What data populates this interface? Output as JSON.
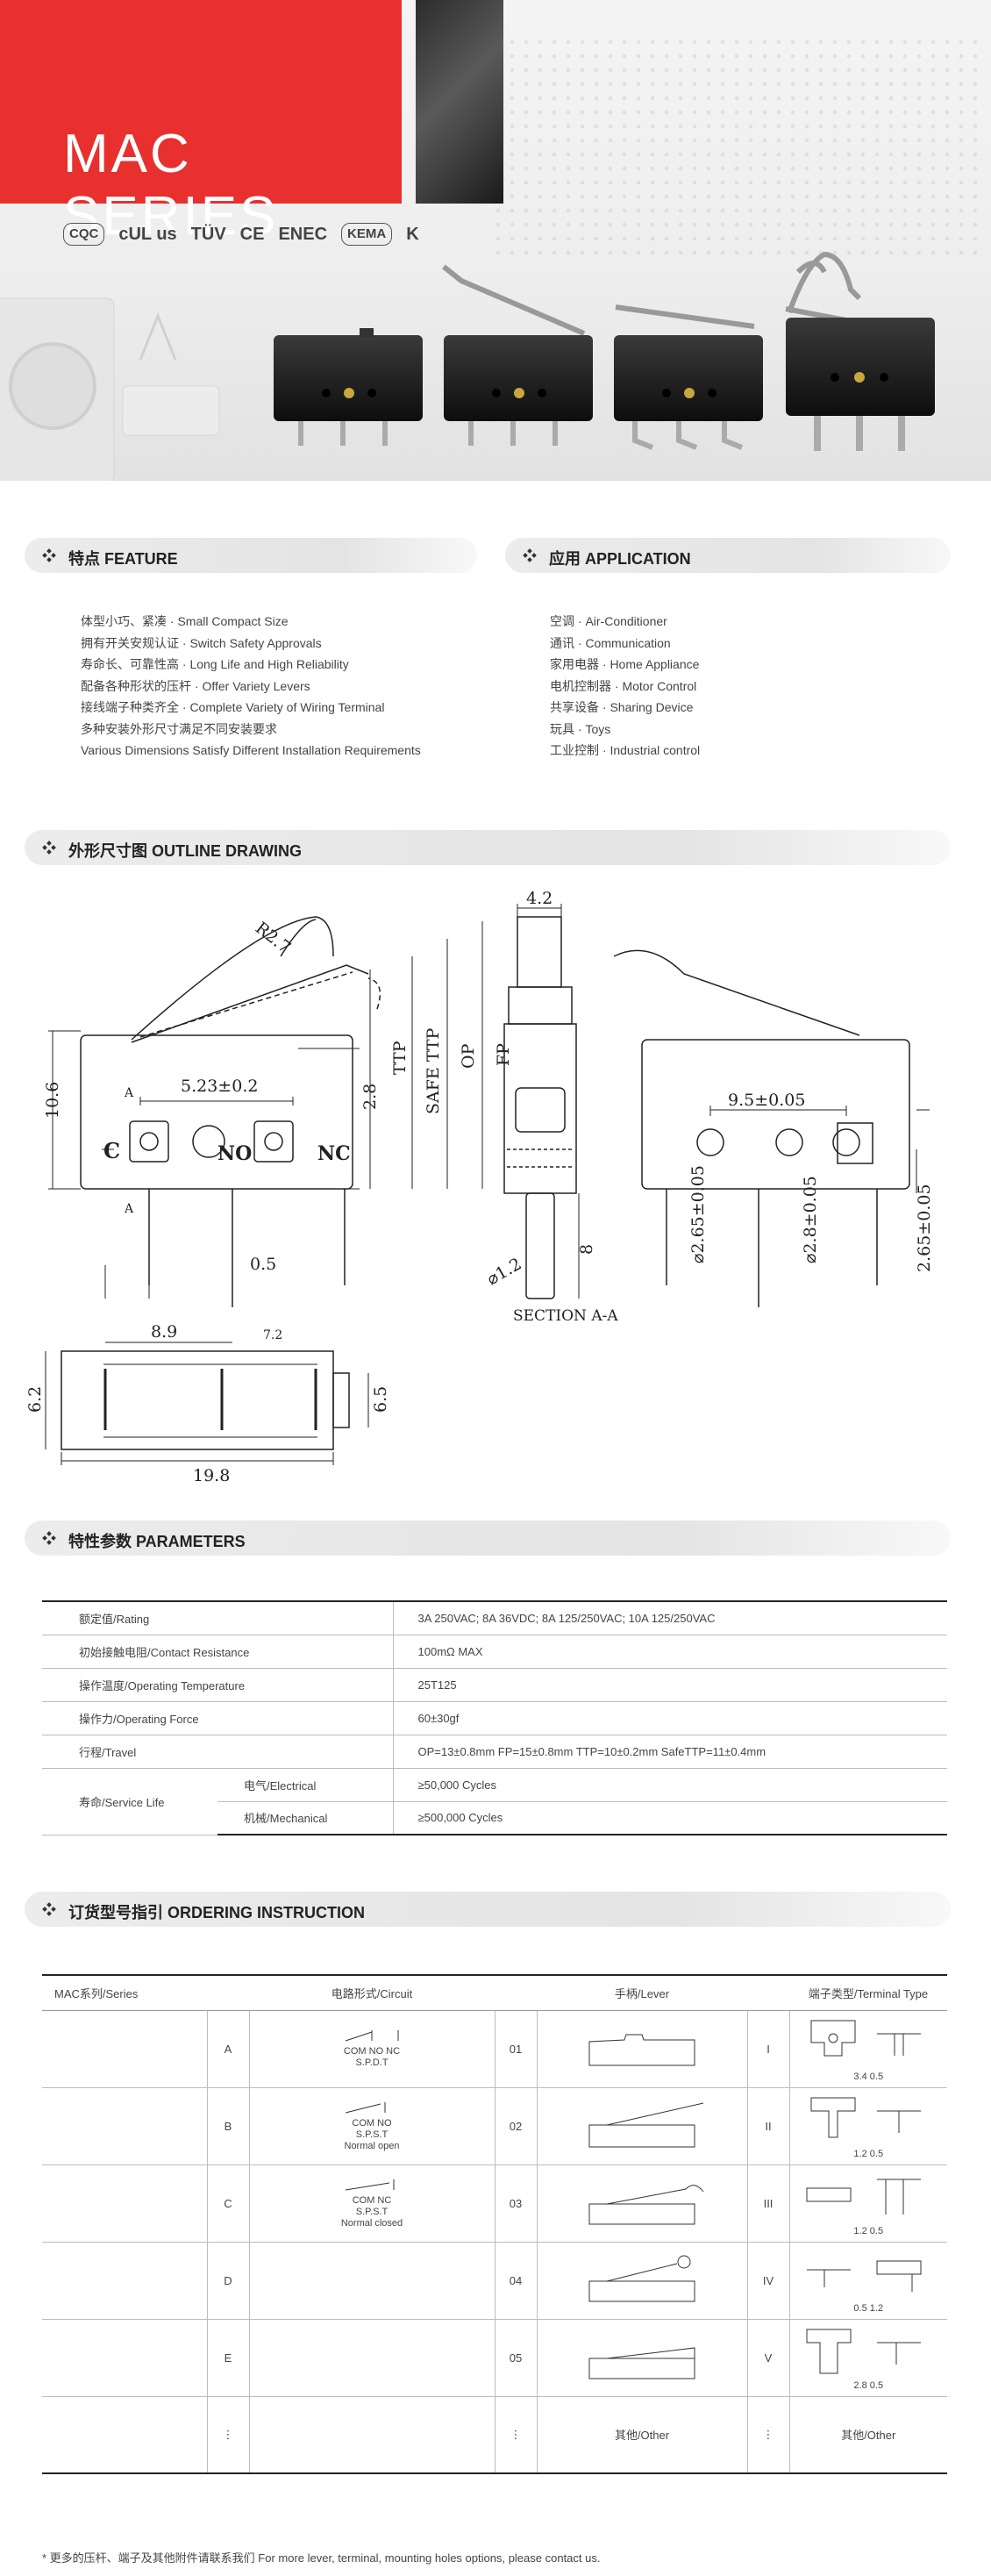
{
  "banner": {
    "title": "MAC SERIES",
    "certs": [
      "CQC",
      "cUL us",
      "TÜV",
      "CE",
      "ENEC",
      "KEMA",
      "K"
    ]
  },
  "feature": {
    "title": "特点 FEATURE",
    "lines": [
      "体型小巧、紧凑 ·  Small Compact Size",
      "拥有开关安规认证 ·  Switch Safety Approvals",
      "寿命长、可靠性高 ·  Long Life and High Reliability",
      "配备各种形状的压杆 ·  Offer Variety Levers",
      "接线端子种类齐全 ·  Complete Variety of Wiring Terminal",
      "多种安装外形尺寸满足不同安装要求",
      "Various Dimensions Satisfy Different Installation Requirements"
    ]
  },
  "application": {
    "title": "应用 APPLICATION",
    "lines": [
      "空调 ·  Air-Conditioner",
      "通讯 ·  Communication",
      "家用电器 ·  Home Appliance",
      "电机控制器 ·  Motor Control",
      "共享设备 ·  Sharing Device",
      "玩具 ·  Toys",
      "工业控制 ·  Industrial control"
    ]
  },
  "outline": {
    "title": "外形尺寸图 OUTLINE DRAWING",
    "labels": {
      "r": "R2.7",
      "d1": "5.23±0.2",
      "h": "10.6",
      "a": "A",
      "c": "C",
      "no": "NO",
      "nc": "NC",
      "d28": "2.8",
      "ttp": "TTP",
      "safe": "SAFE TTP",
      "op": "OP",
      "fp": "FP",
      "d05": "0.5",
      "d89": "8.9",
      "d72": "7.2",
      "w42": "4.2",
      "l8": "8",
      "dia12": "⌀1.2",
      "section": "SECTION A-A",
      "d95": "9.5±0.05",
      "d265a": "⌀2.65±0.05",
      "d28b": "⌀2.8±0.05",
      "d265b": "2.65±0.05",
      "d62": "6.2",
      "d65": "6.5",
      "d198": "19.8"
    }
  },
  "parameters": {
    "title": "特性参数 PARAMETERS",
    "rows": [
      {
        "label": "额定值/Rating",
        "value": "3A 250VAC;  8A 36VDC;  8A 125/250VAC;  10A 125/250VAC"
      },
      {
        "label": "初始接触电阻/Contact Resistance",
        "value": "100mΩ MAX"
      },
      {
        "label": "操作温度/Operating Temperature",
        "value": "25T125"
      },
      {
        "label": "操作力/Operating Force",
        "value": "60±30gf"
      },
      {
        "label": "行程/Travel",
        "value": "OP=13±0.8mm  FP=15±0.8mm  TTP=10±0.2mm  SafeTTP=11±0.4mm"
      }
    ],
    "life": {
      "label": "寿命/Service Life",
      "electrical": "电气/Electrical",
      "electrical_value": "≥50,000 Cycles",
      "mechanical": "机械/Mechanical",
      "mechanical_value": "≥500,000 Cycles"
    }
  },
  "ordering": {
    "title": "订货型号指引 ORDERING INSTRUCTION",
    "headers": [
      "MAC系列/Series",
      "",
      "电路形式/Circuit",
      "",
      "手柄/Lever",
      "",
      "端子类型/Terminal Type"
    ],
    "rows": [
      {
        "code": "A",
        "circuit": "COM  NO  NC",
        "circuit2": "S.P.D.T",
        "circuit3": "",
        "lever": "01",
        "term": "I",
        "dims": "3.4  0.5"
      },
      {
        "code": "B",
        "circuit": "COM      NO",
        "circuit2": "S.P.S.T",
        "circuit3": "Normal open",
        "lever": "02",
        "term": "II",
        "dims": "1.2  0.5"
      },
      {
        "code": "C",
        "circuit": "COM      NC",
        "circuit2": "S.P.S.T",
        "circuit3": "Normal closed",
        "lever": "03",
        "term": "III",
        "dims": "1.2  0.5"
      },
      {
        "code": "D",
        "circuit": "",
        "circuit2": "",
        "circuit3": "",
        "lever": "04",
        "term": "IV",
        "dims": "0.5  1.2"
      },
      {
        "code": "E",
        "circuit": "",
        "circuit2": "",
        "circuit3": "",
        "lever": "05",
        "term": "V",
        "dims": "2.8  0.5"
      },
      {
        "code": "⋮",
        "circuit": "",
        "circuit2": "",
        "circuit3": "",
        "lever": "⋮",
        "lever_other": "其他/Other",
        "term": "⋮",
        "term_other": "其他/Other",
        "dims": ""
      }
    ]
  },
  "note": "* 更多的压杆、端子及其他附件请联系我们  For more lever, terminal, mounting holes options, please contact us."
}
